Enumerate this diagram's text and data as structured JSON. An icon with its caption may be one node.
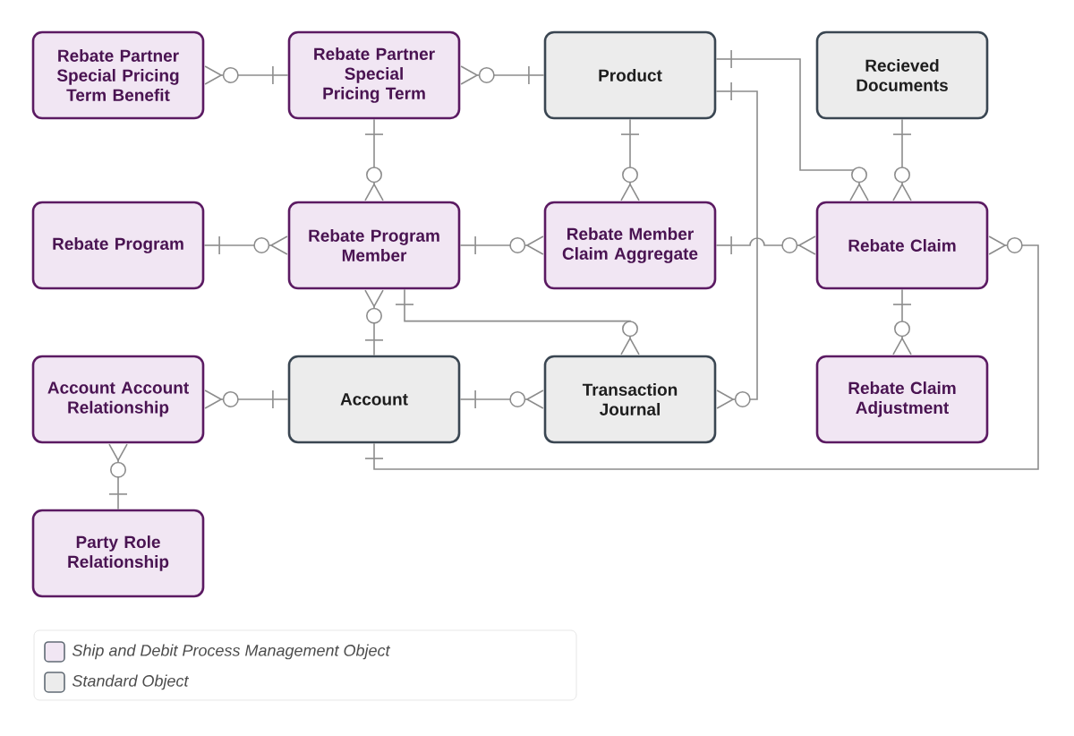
{
  "diagram": {
    "nodes": [
      {
        "text": [
          "Rebate Partner Special Pricing Term Benefit"
        ]
      },
      {
        "text": [
          "Rebate Partner Special Pricing Term"
        ]
      },
      {
        "text": [
          "Product"
        ]
      },
      {
        "text": [
          "Recieved Documents"
        ]
      },
      {
        "text": [
          "Rebate Program"
        ]
      },
      {
        "text": [
          "Rebate Program Member"
        ]
      },
      {
        "text": [
          "Rebate Member Claim Aggregate"
        ]
      },
      {
        "text": [
          "Rebate Claim"
        ]
      },
      {
        "text": [
          "Account Account Relationship"
        ]
      },
      {
        "text": [
          "Account"
        ]
      },
      {
        "text": [
          "Transaction Journal"
        ]
      },
      {
        "text": [
          "Rebate Claim Adjustment"
        ]
      },
      {
        "text": [
          "Party Role Relationship"
        ]
      }
    ],
    "edges": [
      {
        "from": 1,
        "to": 0,
        "arrow": "other"
      },
      {
        "from": 2,
        "to": 1,
        "arrow": "other"
      },
      {
        "from": 1,
        "to": 5,
        "arrow": "other"
      },
      {
        "from": 4,
        "to": 5,
        "arrow": "other"
      },
      {
        "from": 5,
        "to": 6,
        "arrow": "other"
      },
      {
        "from": 2,
        "to": 6,
        "arrow": "other"
      },
      {
        "from": 3,
        "to": 7,
        "arrow": "other"
      },
      {
        "from": 2,
        "to": 7,
        "arrow": "other"
      },
      {
        "from": 6,
        "to": 7,
        "arrow": "other"
      },
      {
        "from": 2,
        "to": 10,
        "arrow": "other"
      },
      {
        "from": 7,
        "to": 11,
        "arrow": "other"
      },
      {
        "from": 9,
        "to": 7,
        "arrow": "other"
      },
      {
        "from": 9,
        "to": 5,
        "arrow": "other"
      },
      {
        "from": 5,
        "to": 10,
        "arrow": "other"
      },
      {
        "from": 9,
        "to": 8,
        "arrow": "other"
      },
      {
        "from": 9,
        "to": 10,
        "arrow": "other"
      },
      {
        "from": 12,
        "to": 8,
        "arrow": "other"
      }
    ],
    "legend": [
      {
        "text": "Ship and Debit Process Management Object",
        "color": "#f1e6f3"
      },
      {
        "text": "Standard Object",
        "color": "#ececec"
      }
    ]
  }
}
